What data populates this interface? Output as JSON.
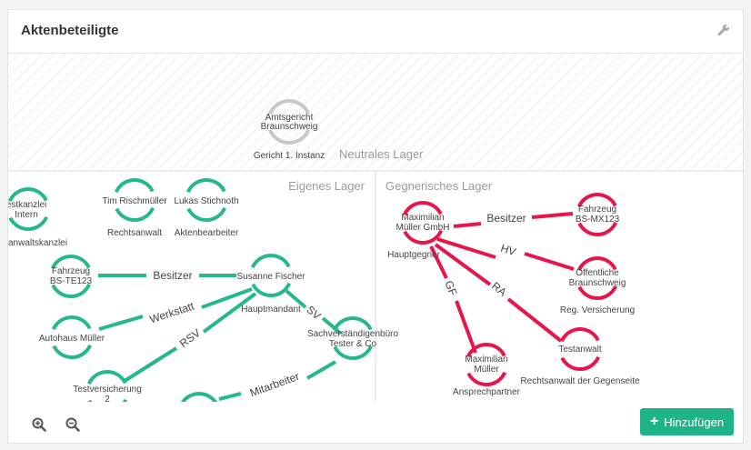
{
  "panel": {
    "title": "Aktenbeteiligte",
    "icon": "wrench-icon"
  },
  "zones": {
    "neutral": "Neutrales Lager",
    "own": "Eigenes Lager",
    "opposing": "Gegnerisches Lager"
  },
  "colors": {
    "neutral": "#c8c8c8",
    "own": "#25b88e",
    "opposing": "#e8154a",
    "primary_button": "#1fb38a"
  },
  "nodes": {
    "amtsgericht": {
      "name": [
        "Amtsgericht",
        "Braunschweig"
      ],
      "role": "Gericht 1. Instanz"
    },
    "kanzlei": {
      "name": [
        "estkanzlei",
        "Intern"
      ],
      "role": "anwaltskanzlei"
    },
    "tim": {
      "name": [
        "Tim Rischmüller"
      ],
      "role": "Rechtsanwalt"
    },
    "lukas": {
      "name": [
        "Lukas Stichnoth"
      ],
      "role": "Aktenbearbeiter"
    },
    "fahrzeug_own": {
      "name": [
        "Fahrzeug",
        "BS-TE123"
      ],
      "role": ""
    },
    "susanne": {
      "name": [
        "Susanne Fischer"
      ],
      "role": "Hauptmandant"
    },
    "autohaus": {
      "name": [
        "Autohaus Müller"
      ],
      "role": ""
    },
    "sachverstaendiger": {
      "name": [
        "Sachverständigenbüro",
        "Tester & Co"
      ],
      "role": ""
    },
    "testversicherung": {
      "name": [
        "Testversicherung",
        "2"
      ],
      "role": ""
    },
    "maxgmbh": {
      "name": [
        "Maximilian",
        "Müller GmbH"
      ],
      "role": "Hauptgegner"
    },
    "fahrzeug_opp": {
      "name": [
        "Fahrzeug",
        "BS-MX123"
      ],
      "role": ""
    },
    "oeffentliche": {
      "name": [
        "Öffentliche",
        "Braunschweig"
      ],
      "role": "Reg. Versicherung"
    },
    "maxmueller": {
      "name": [
        "Maximilian",
        "Müller"
      ],
      "role": "Ansprechpartner"
    },
    "testanwalt": {
      "name": [
        "Testanwalt"
      ],
      "role": "Rechtsanwalt der Gegenseite"
    }
  },
  "edges": {
    "besitzer_own": "Besitzer",
    "werkstatt": "Werkstatt",
    "rsv": "RSV",
    "sv": "SV",
    "mitarbeiter": "Mitarbeiter",
    "besitzer_opp": "Besitzer",
    "hv": "HV",
    "ra": "RA",
    "gf": "GF"
  },
  "footer": {
    "zoom_in_icon": "zoom-in-icon",
    "zoom_out_icon": "zoom-out-icon",
    "add_label": "Hinzufügen"
  }
}
